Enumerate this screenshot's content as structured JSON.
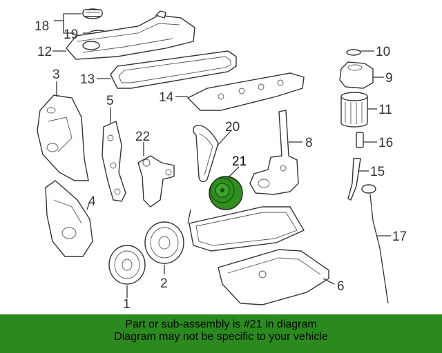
{
  "labels": {
    "l1": "1",
    "l2": "2",
    "l3": "3",
    "l4": "4",
    "l5": "5",
    "l6": "6",
    "l8": "8",
    "l9": "9",
    "l10": "10",
    "l11": "11",
    "l12": "12",
    "l13": "13",
    "l14": "14",
    "l15": "15",
    "l16": "16",
    "l17": "17",
    "l18": "18",
    "l19": "19",
    "l20": "20",
    "l21": "21",
    "l22": "22"
  },
  "banner": {
    "line1": "Part or sub-assembly is #21 in diagram",
    "line2": "Diagram may not be specific to your vehicle"
  },
  "colors": {
    "banner_bg": "#2b8a1e",
    "highlight_part": "#2f8f1f"
  }
}
